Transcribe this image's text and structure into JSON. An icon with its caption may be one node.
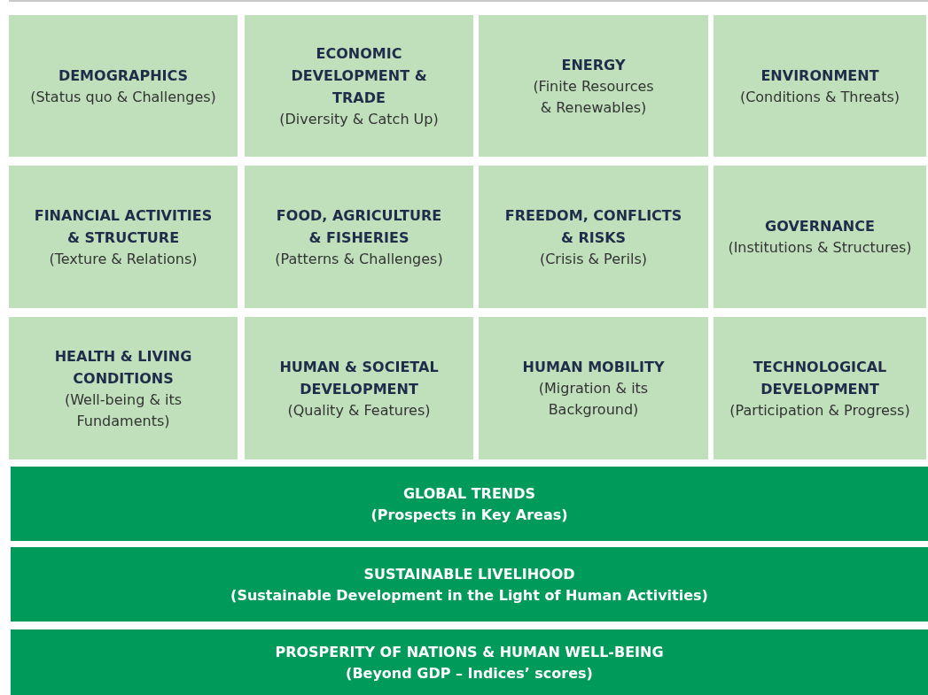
{
  "diagram": {
    "nodes": [
      {
        "text": [
          "DEMOGRAPHICS",
          "(Status quo & Challenges)"
        ]
      },
      {
        "text": [
          "ECONOMIC DEVELOPMENT & TRADE",
          "(Diversity & Catch Up)"
        ]
      },
      {
        "text": [
          "ENERGY",
          "(Finite Resources & Renewables)"
        ]
      },
      {
        "text": [
          "ENVIRONMENT",
          "(Conditions & Threats)"
        ]
      },
      {
        "text": [
          "FINANCIAL ACTIVITIES & STRUCTURE",
          "(Texture & Relations)"
        ]
      },
      {
        "text": [
          "FOOD, AGRICULTURE & FISHERIES",
          "(Patterns & Challenges)"
        ]
      },
      {
        "text": [
          "FREEDOM, CONFLICTS & RISKS",
          "(Crisis & Perils)"
        ]
      },
      {
        "text": [
          "GOVERNANCE",
          "(Institutions & Structures)"
        ]
      },
      {
        "text": [
          "HEALTH & LIVING CONDITIONS",
          "(Well-being & its Fundaments)"
        ]
      },
      {
        "text": [
          "HUMAN & SOCIETAL DEVELOPMENT",
          "(Quality & Features)"
        ]
      },
      {
        "text": [
          "HUMAN MOBILITY",
          "(Migration & its Background)"
        ]
      },
      {
        "text": [
          "TECHNOLOGICAL DEVELOPMENT",
          "(Participation & Progress)"
        ]
      },
      {
        "text": [
          "GLOBAL TRENDS",
          "(Prospects in Key Areas)"
        ]
      },
      {
        "text": [
          "SUSTAINABLE LIVELIHOOD",
          "(Sustainable Development in the Light of Human Activities)"
        ]
      },
      {
        "text": [
          "PROSPERITY OF NATIONS & HUMAN WELL-BEING",
          "(Beyond GDP – Indices’ scores)"
        ]
      }
    ]
  }
}
